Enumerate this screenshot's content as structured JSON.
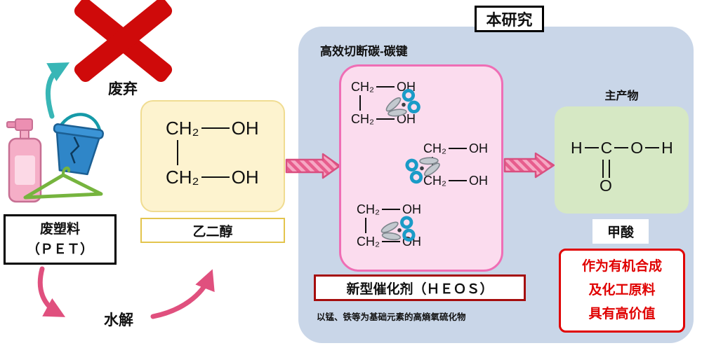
{
  "study": {
    "title": "本研究",
    "subtitle": "高效切断碳-碳键",
    "catalyst": "新型催化剂（ＨＥＯＳ）",
    "catalyst_note": "以锰、铁等为基础元素的高熵氧硫化物"
  },
  "waste": {
    "discard": "废弃",
    "label_line1": "废塑料",
    "label_line2": "（ＰＥＴ）",
    "hydrolysis": "水解"
  },
  "glycol": {
    "name": "乙二醇",
    "ch2": "CH₂",
    "oh": "OH"
  },
  "product": {
    "title": "主产物",
    "name": "甲酸",
    "h": "H",
    "c": "C",
    "o": "O",
    "value_line1": "作为有机合成",
    "value_line2": "及化工原料",
    "value_line3": "具有高价值"
  },
  "colors": {
    "panel_bg": "#c9d6e8",
    "pink_box_bg": "#fbdcee",
    "pink_box_border": "#ef6eb5",
    "yellow_box_bg": "#fdf3cf",
    "green_box_bg": "#d6e8c4",
    "cross_red": "#cf0a0a",
    "arrow_pink": "#e0507e",
    "arrow_teal": "#38b6b6",
    "value_text_red": "#e00000",
    "catalyst_border": "#a50d0d",
    "scissors_handle_blue": "#1a9bc7"
  }
}
